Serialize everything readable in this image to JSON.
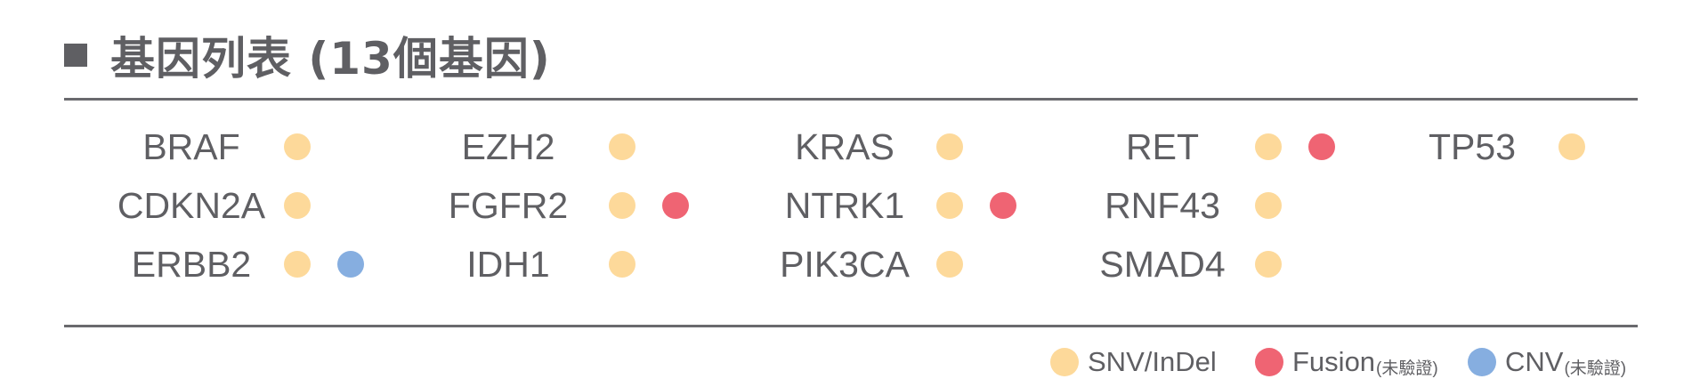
{
  "header": {
    "title": "基因列表 (13個基因)"
  },
  "colors": {
    "snv": "#fdd99a",
    "fusion": "#ef6473",
    "cnv": "#86aee0",
    "text": "#5f5f63"
  },
  "genes": [
    {
      "name": "BRAF",
      "variants": [
        "snv"
      ]
    },
    {
      "name": "CDKN2A",
      "variants": [
        "snv"
      ]
    },
    {
      "name": "ERBB2",
      "variants": [
        "snv",
        "cnv"
      ]
    },
    {
      "name": "EZH2",
      "variants": [
        "snv"
      ]
    },
    {
      "name": "FGFR2",
      "variants": [
        "snv",
        "fusion"
      ]
    },
    {
      "name": "IDH1",
      "variants": [
        "snv"
      ]
    },
    {
      "name": "KRAS",
      "variants": [
        "snv"
      ]
    },
    {
      "name": "NTRK1",
      "variants": [
        "snv",
        "fusion"
      ]
    },
    {
      "name": "PIK3CA",
      "variants": [
        "snv"
      ]
    },
    {
      "name": "RET",
      "variants": [
        "snv",
        "fusion"
      ]
    },
    {
      "name": "RNF43",
      "variants": [
        "snv"
      ]
    },
    {
      "name": "SMAD4",
      "variants": [
        "snv"
      ]
    },
    {
      "name": "TP53",
      "variants": [
        "snv"
      ]
    }
  ],
  "legend": {
    "snv": {
      "label": "SNV/InDel",
      "note": ""
    },
    "fusion": {
      "label": "Fusion",
      "note": "(未驗證)"
    },
    "cnv": {
      "label": "CNV",
      "note": "(未驗證)"
    }
  }
}
